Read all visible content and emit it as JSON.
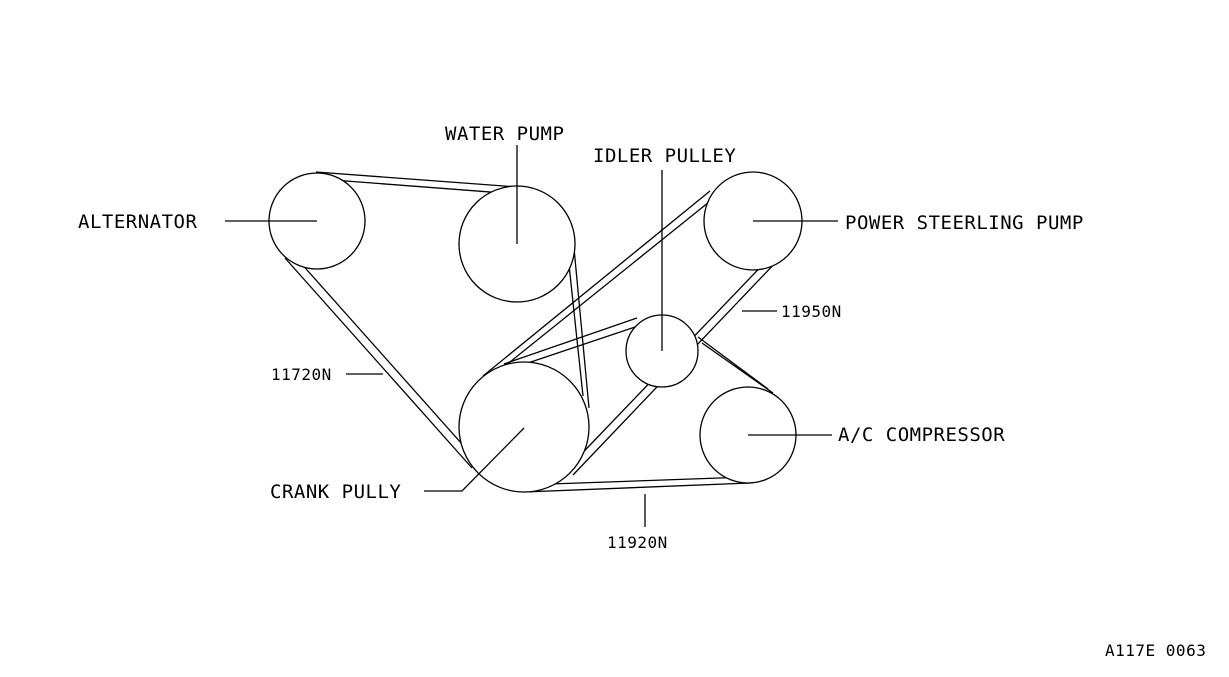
{
  "diagram": {
    "labels": {
      "alternator": "ALTERNATOR",
      "water_pump": "WATER PUMP",
      "idler_pulley": "IDLER PULLEY",
      "power_steering_pump": "POWER STEERLING PUMP",
      "ac_compressor": "A/C COMPRESSOR",
      "crank_pulley": "CRANK PULLY"
    },
    "belts": {
      "belt_11720": "11720N",
      "belt_11950": "11950N",
      "belt_11920": "11920N"
    },
    "figure_code": "A117E 0063"
  },
  "colors": {
    "line": "#000000",
    "background": "#ffffff"
  }
}
